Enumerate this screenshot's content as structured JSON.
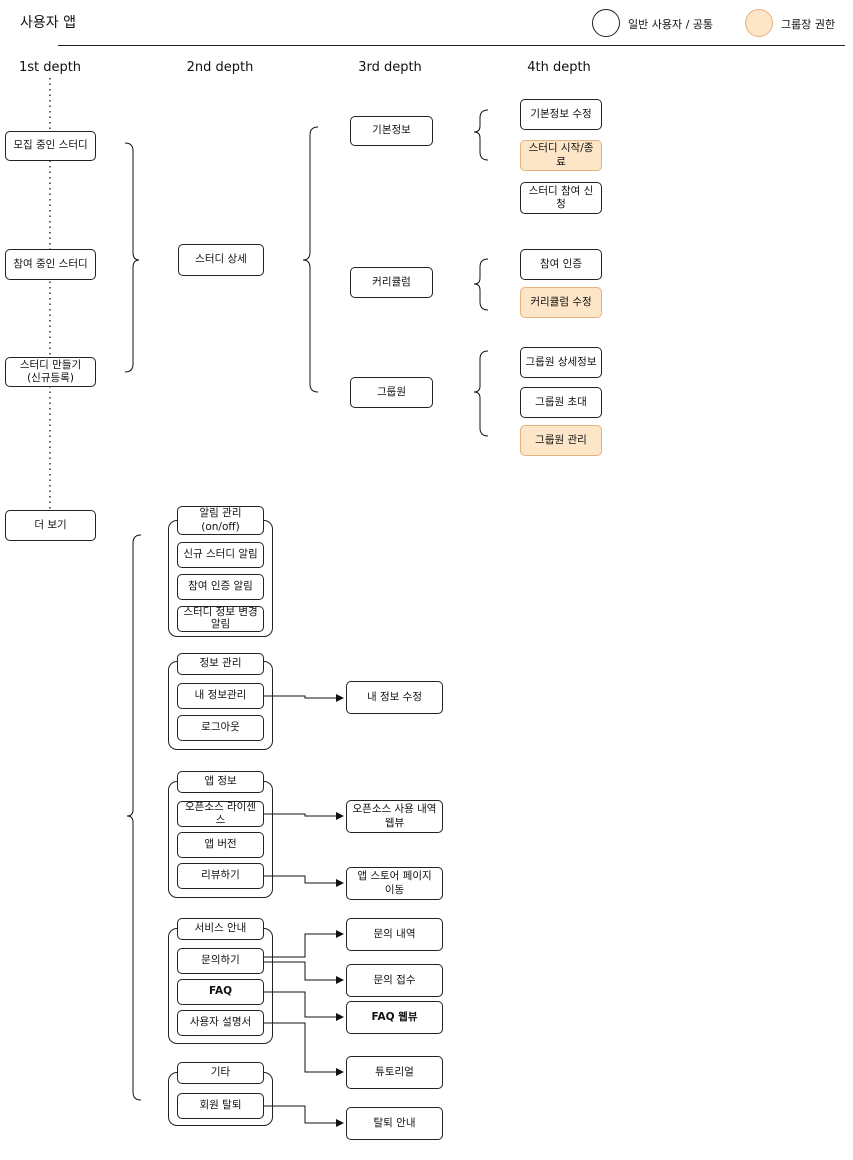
{
  "header": {
    "title": "사용자 앱"
  },
  "legend": {
    "common": {
      "label": "일반 사용자 / 공통"
    },
    "owner": {
      "label": "그룹장 권한",
      "color": "#fde5c8"
    }
  },
  "columns": [
    "1st depth",
    "2nd depth",
    "3rd depth",
    "4th depth"
  ],
  "depth1": {
    "recruiting": "모집 중인 스터디",
    "participating": "참여 중인 스터디",
    "create": "스터디 만들기\n(신규등록)",
    "more": "더 보기"
  },
  "depth2": {
    "study_detail": "스터디 상세",
    "notifications": {
      "title": "알림 관리\n(on/off)",
      "items": [
        "신규 스터디 알림",
        "참여 인증 알림",
        "스터디 정보 변경\n알림"
      ]
    },
    "info_mgmt": {
      "title": "정보 관리",
      "items": [
        "내 정보관리",
        "로그아웃"
      ]
    },
    "app_info": {
      "title": "앱 정보",
      "items": [
        "오픈소스 라이센스",
        "앱 버전",
        "리뷰하기"
      ]
    },
    "service": {
      "title": "서비스 안내",
      "items": [
        "문의하기",
        "FAQ",
        "사용자 설명서"
      ]
    },
    "etc": {
      "title": "기타",
      "items": [
        "회원 탈퇴"
      ]
    }
  },
  "depth3": {
    "basic_info": "기본정보",
    "curriculum": "커리큘럼",
    "members": "그룹원",
    "edit_my_info": "내 정보 수정",
    "opensource_web": "오픈소스 사용 내역\n웹뷰",
    "store_page": "앱 스토어 페이지\n이동",
    "inquiry_history": "문의 내역",
    "inquiry_submit": "문의 접수",
    "faq_web": "FAQ 웹뷰",
    "tutorial": "튜토리얼",
    "withdraw_info": "탈퇴 안내"
  },
  "depth4": {
    "basic_info": [
      "기본정보 수정",
      "스터디 시작/종료",
      "스터디 참여 신청"
    ],
    "curriculum": [
      "참여 인증",
      "커리큘럼 수정"
    ],
    "members": [
      "그룹원 상세정보",
      "그룹원 초대",
      "그룹원 관리"
    ]
  }
}
